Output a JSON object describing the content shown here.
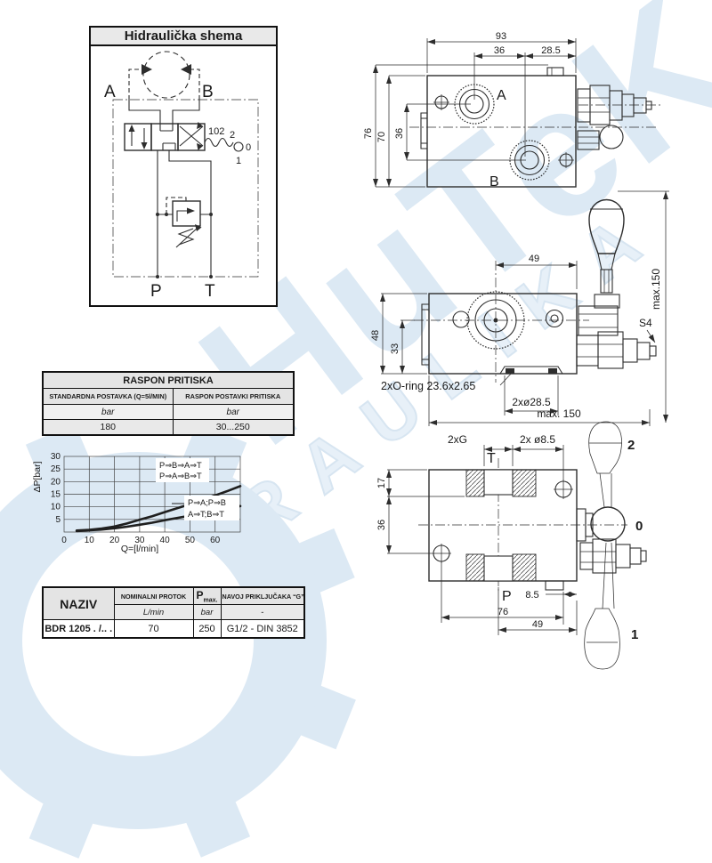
{
  "watermark": {
    "brand": "HuTeK",
    "sub": "HIDRAULIKA",
    "color": "#dce9f4"
  },
  "schema": {
    "title": "Hidraulička shema",
    "port_a": "A",
    "port_b": "B",
    "port_p": "P",
    "port_t": "T",
    "positions_row": "102",
    "pos_2": "2",
    "pos_0": "0",
    "pos_1": "1"
  },
  "top_view": {
    "dim_width": "93",
    "dim_a_offset": "36",
    "dim_b_offset": "28.5",
    "dim_height_outer": "76",
    "dim_height_inner": "70",
    "dim_ports": "36",
    "port_a": "A",
    "port_b": "B"
  },
  "side_view": {
    "dim_49": "49",
    "dim_48": "48",
    "dim_33": "33",
    "dim_max150_v": "max.150",
    "wrench": "S4",
    "oring": "2xO-ring 23.6x2.65",
    "bore": "2xø28.5",
    "dim_max150_h": "max. 150"
  },
  "bottom_view": {
    "port_t": "T",
    "port_p": "P",
    "thread": "2xG",
    "holes": "2x ø8.5",
    "dim_17": "17",
    "dim_36": "36",
    "dim_85": "8.5",
    "dim_76": "76",
    "dim_49": "49",
    "pos_2": "2",
    "pos_0": "0",
    "pos_1": "1"
  },
  "pressure_table": {
    "title": "RASPON PRITISKA",
    "col1": "STANDARDNA POSTAVKA (Q=5l/MIN)",
    "col2": "RASPON POSTAVKI PRITISKA",
    "unit1": "bar",
    "unit2": "bar",
    "value1": "180",
    "value2": "30...250"
  },
  "chart": {
    "ylabel": "ΔP[bar]",
    "xlabel": "Q=[l/min]",
    "yticks": [
      "30",
      "25",
      "20",
      "15",
      "10",
      "5"
    ],
    "xticks": [
      "0",
      "10",
      "20",
      "30",
      "40",
      "50",
      "60"
    ],
    "legend_top_1": "P⇒B⇒A⇒T",
    "legend_top_2": "P⇒A⇒B⇒T",
    "legend_bottom_1": "P⇒A;P⇒B",
    "legend_bottom_2": "A⇒T;B⇒T"
  },
  "chart_data": {
    "type": "line",
    "title": "",
    "xlabel": "Q=[l/min]",
    "ylabel": "ΔP[bar]",
    "xlim": [
      0,
      70
    ],
    "ylim": [
      0,
      30
    ],
    "grid": true,
    "legend_position": "inside-right",
    "series": [
      {
        "name": "P⇒B⇒A⇒T / P⇒A⇒B⇒T",
        "points": [
          [
            5,
            0.6
          ],
          [
            10,
            0.9
          ],
          [
            15,
            1.4
          ],
          [
            20,
            2.2
          ],
          [
            25,
            3.4
          ],
          [
            30,
            4.9
          ],
          [
            35,
            6.3
          ],
          [
            40,
            7.9
          ],
          [
            45,
            9.5
          ],
          [
            50,
            11.0
          ],
          [
            55,
            12.8
          ],
          [
            60,
            14.5
          ],
          [
            65,
            16.3
          ],
          [
            70,
            18.2
          ]
        ]
      },
      {
        "name": "P⇒A;P⇒B / A⇒T;B⇒T",
        "points": [
          [
            5,
            0.4
          ],
          [
            10,
            0.7
          ],
          [
            15,
            1.0
          ],
          [
            20,
            1.5
          ],
          [
            25,
            2.1
          ],
          [
            30,
            2.9
          ],
          [
            35,
            3.7
          ],
          [
            40,
            4.7
          ],
          [
            45,
            5.6
          ],
          [
            50,
            6.5
          ],
          [
            55,
            7.4
          ],
          [
            60,
            8.4
          ],
          [
            65,
            9.3
          ],
          [
            70,
            10.3
          ]
        ]
      }
    ]
  },
  "spec_table": {
    "col_name": "NAZIV",
    "col_flow": "NOMINALNI PROTOK",
    "col_p": "P",
    "col_p_sub": "max.",
    "col_thread": "NAVOJ PRIKLJUČAKA “G”",
    "unit_flow": "L/min",
    "unit_p": "bar",
    "unit_thread": "-",
    "row_name": "BDR 1205 . /.. .",
    "row_flow": "70",
    "row_p": "250",
    "row_thread": "G1/2 - DIN 3852"
  }
}
